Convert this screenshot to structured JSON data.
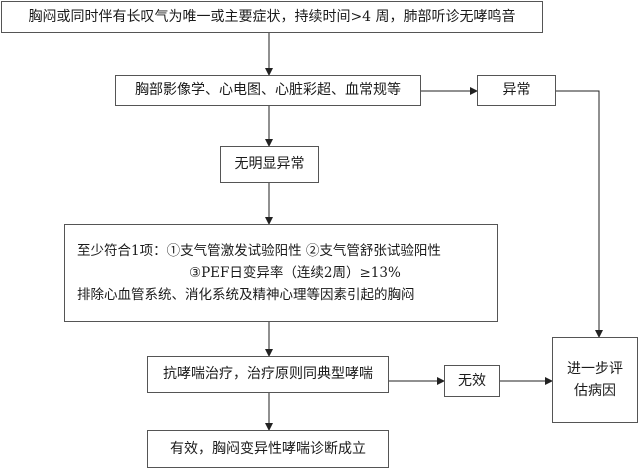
{
  "flowchart": {
    "nodes": {
      "symptom": "胸闷或同时伴有长叹气为唯一或主要症状，持续时间>4 周，肺部听诊无哮鸣音",
      "exam": "胸部影像学、心电图、心脏彩超、血常规等",
      "abnormal": "异常",
      "no_abnormal": "无明显异常",
      "criteria": {
        "line1": "至少符合1项：①支气管激发试验阳性 ②支气管舒张试验阳性",
        "line2": "③PEF日变异率（连续2周）≥13%",
        "line3": "排除心血管系统、消化系统及精神心理等因素引起的胸闷"
      },
      "treatment": "抗哮喘治疗，治疗原则同典型哮喘",
      "ineffective": "无效",
      "evaluate": {
        "line1": "进一步评",
        "line2": "估病因"
      },
      "effective": "有效，胸闷变异性哮喘诊断成立"
    }
  }
}
